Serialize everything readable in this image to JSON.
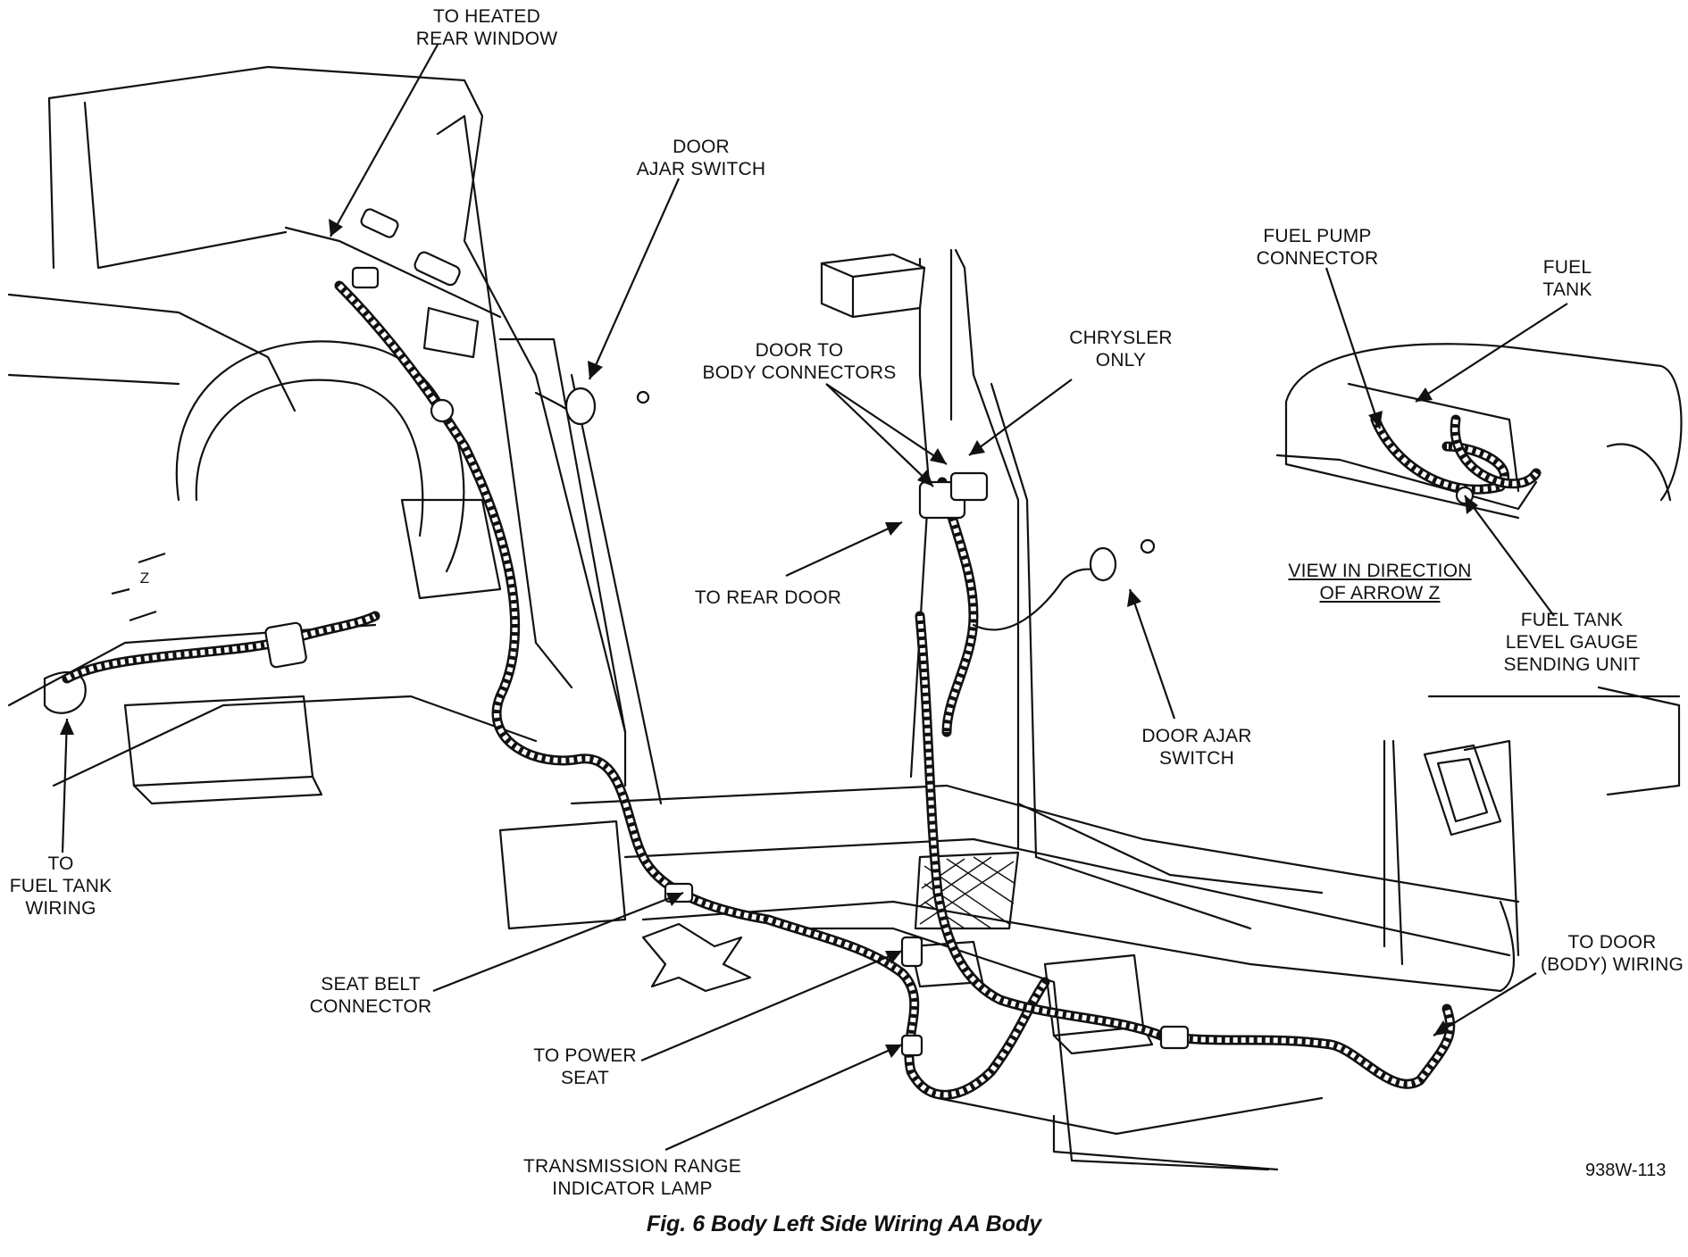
{
  "figure": {
    "caption": "Fig. 6 Body Left Side Wiring AA Body",
    "code": "938W-113"
  },
  "labels": {
    "heated_rear_window": [
      "TO HEATED",
      "REAR WINDOW"
    ],
    "door_ajar_switch_upper": [
      "DOOR",
      "AJAR SWITCH"
    ],
    "door_to_body_connectors": [
      "DOOR TO",
      "BODY CONNECTORS"
    ],
    "chrysler_only": [
      "CHRYSLER",
      "ONLY"
    ],
    "fuel_pump_connector": [
      "FUEL PUMP",
      "CONNECTOR"
    ],
    "fuel_tank": [
      "FUEL",
      "TANK"
    ],
    "view_arrow_z": [
      "VIEW IN DIRECTION",
      "OF ARROW Z"
    ],
    "fuel_tank_gauge": [
      "FUEL TANK",
      "LEVEL GAUGE",
      "SENDING UNIT"
    ],
    "to_rear_door": [
      "TO REAR DOOR"
    ],
    "door_ajar_switch_lower": [
      "DOOR AJAR",
      "SWITCH"
    ],
    "to_fuel_tank_wiring": [
      "TO",
      "FUEL TANK",
      "WIRING"
    ],
    "seat_belt_connector": [
      "SEAT BELT",
      "CONNECTOR"
    ],
    "to_power_seat": [
      "TO POWER",
      "SEAT"
    ],
    "transmission_lamp": [
      "TRANSMISSION RANGE",
      "INDICATOR LAMP"
    ],
    "to_door_body_wiring": [
      "TO DOOR",
      "(BODY) WIRING"
    ],
    "arrow_z": "Z"
  }
}
